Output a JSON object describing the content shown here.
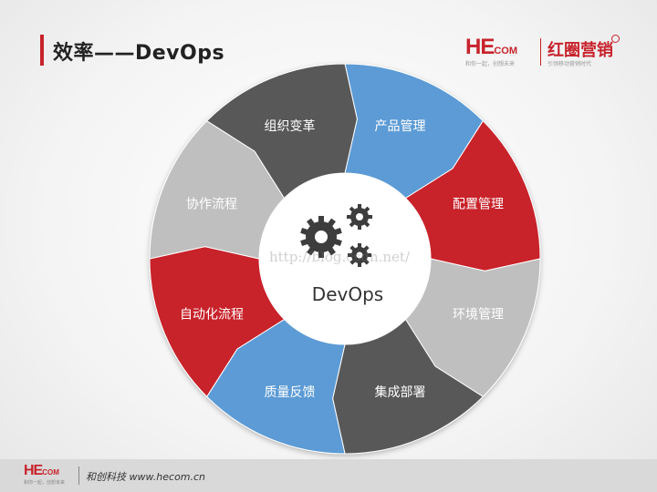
{
  "header": {
    "title": "效率——DevOps"
  },
  "logo": {
    "brand_main": "HE",
    "brand_suffix": "COM",
    "brand_slogan": "和你一起，创想未来",
    "cn_brand": "红圈营销",
    "cn_slogan": "引领移动营销时代"
  },
  "diagram": {
    "center_label": "DevOps",
    "center_icon": "gears-icon",
    "watermark": "http://blog.csdn.net/",
    "segments": [
      {
        "label": "产品管理",
        "color": "#5b9bd5"
      },
      {
        "label": "配置管理",
        "color": "#c8232c"
      },
      {
        "label": "环境管理",
        "color": "#bfbfbf"
      },
      {
        "label": "集成部署",
        "color": "#595959"
      },
      {
        "label": "质量反馈",
        "color": "#5b9bd5"
      },
      {
        "label": "自动化流程",
        "color": "#c8232c"
      },
      {
        "label": "协作流程",
        "color": "#bfbfbf"
      },
      {
        "label": "组织变革",
        "color": "#595959"
      }
    ]
  },
  "footer": {
    "brand_main": "HE",
    "brand_suffix": "COM",
    "slogan": "和你一起，创想未来",
    "company": "和创科技 www.hecom.cn"
  }
}
